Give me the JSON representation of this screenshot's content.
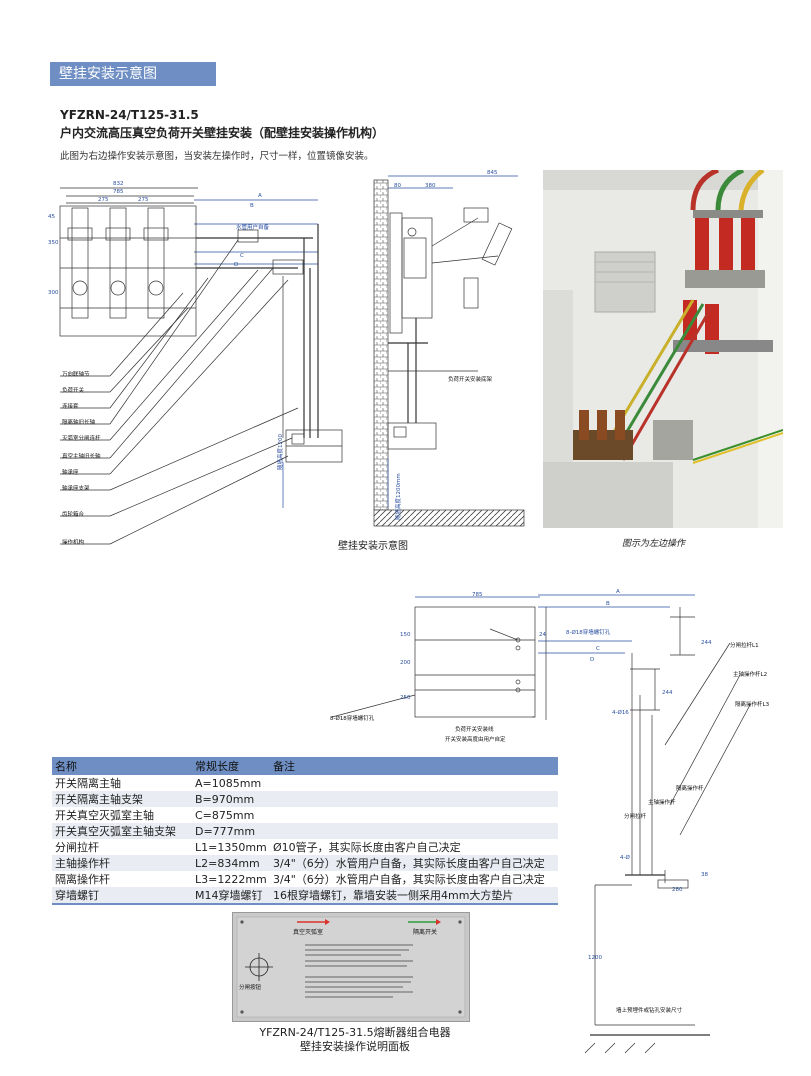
{
  "header": {
    "section_title": "壁挂安装示意图",
    "model": "YFZRN-24/T125-31.5",
    "product_title": "户内交流高压真空负荷开关壁挂安装（配壁挂安装操作机构）",
    "note": "此图为右边操作安装示意图，当安装左操作时，尺寸一样，位置镜像安装。"
  },
  "front_drawing": {
    "dims": {
      "overall_width": "832",
      "inner_width": "785",
      "pitch_1": "275",
      "pitch_2": "275",
      "h1": "45",
      "h2": "350",
      "h3": "300",
      "a": "A",
      "b": "B",
      "c": "C",
      "d": "D",
      "pipe_note": "水管用户自备",
      "bottom_note": "随墙高度1200"
    },
    "callouts": [
      "万向联轴节",
      "负荷开关",
      "连接套",
      "隔离轴旧长轴",
      "灭弧室分闸连杆",
      "真空主轴旧长轴",
      "轴承座",
      "轴承座支架",
      "齿轮箱合",
      "操作机构"
    ]
  },
  "side_drawing": {
    "dims": {
      "total": "845",
      "d1": "80",
      "d2": "380",
      "bottom_note": "随墙高度1200mm"
    },
    "label_bracket": "负荷开关安装底架",
    "caption": "壁挂安装示意图"
  },
  "photo": {
    "caption": "图示为左边操作"
  },
  "mount_drawing": {
    "dims": {
      "width": "785",
      "a": "A",
      "b": "B",
      "c": "C",
      "d": "D",
      "h150": "150",
      "h200": "200",
      "h250": "250",
      "d244a": "244",
      "d244b": "244",
      "d280": "280",
      "d38": "38",
      "d1200": "1200",
      "d24": "24",
      "d16": "16"
    },
    "labels": {
      "bolt_hole_top": "8-Ø18穿墙螺钉孔",
      "bolt_hole_left": "8-Ø18穿墙螺钉孔",
      "mount_line": "负荷开关安装线",
      "mount_note": "开关安装高度由用户自定",
      "hole4a": "4-Ø16",
      "hole4b": "4-Ø",
      "rod_l1": "分闸拉杆L1",
      "rod_l2": "主轴操作杆L2",
      "rod_l3": "隔离操作杆L3",
      "iso_rod": "隔离操作杆",
      "main_rod": "主轴操作杆",
      "split_rod": "分闸拉杆",
      "wall_note": "墙上预埋件或钻孔安装尺寸"
    }
  },
  "spec_table": {
    "headers": [
      "名称",
      "常规长度",
      "备注"
    ],
    "rows": [
      [
        "开关隔离主轴",
        "A=1085mm",
        ""
      ],
      [
        "开关隔离主轴支架",
        "B=970mm",
        ""
      ],
      [
        "开关真空灭弧室主轴",
        "C=875mm",
        ""
      ],
      [
        "开关真空灭弧室主轴支架",
        "D=777mm",
        ""
      ],
      [
        "分闸拉杆",
        "L1=1350mm",
        "Ø10管子，其实际长度由客户自己决定"
      ],
      [
        "主轴操作杆",
        "L2=834mm",
        "3/4\"（6分）水管用户自备，其实际长度由客户自己决定"
      ],
      [
        "隔离操作杆",
        "L3=1222mm",
        "3/4\"（6分）水管用户自备，其实际长度由客户自己决定"
      ],
      [
        "穿墙螺钉",
        "M14穿墙螺钉",
        "16根穿墙螺钉，靠墙安装一侧采用4mm大方垫片"
      ]
    ]
  },
  "panel": {
    "label_vacuum": "真空灭弧室",
    "label_iso": "隔离开关",
    "label_split": "分闸按钮",
    "caption_line1": "YFZRN-24/T125-31.5熔断器组合电器",
    "caption_line2": "壁挂安装操作说明面板",
    "colors": {
      "red": "#d9342b",
      "green": "#2f9a3a"
    }
  },
  "colors": {
    "banner": "#6f8fc4",
    "dim_blue": "#2a4fa0"
  }
}
